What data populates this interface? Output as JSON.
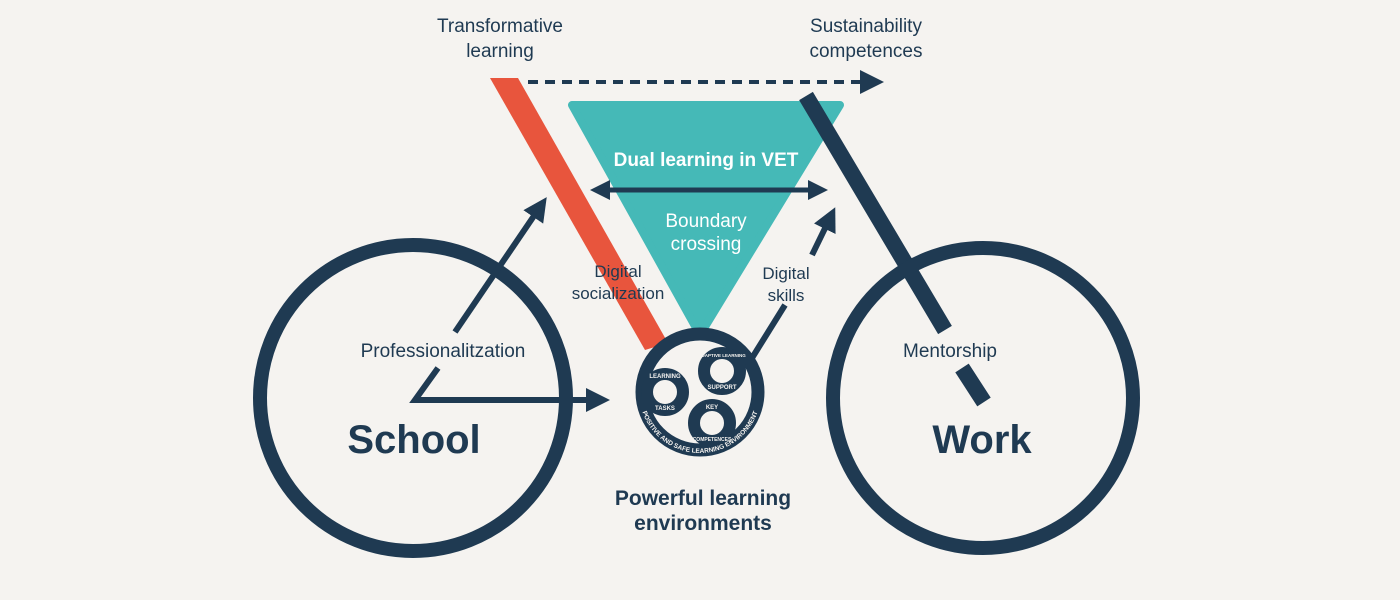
{
  "colors": {
    "background": "#f5f3f0",
    "navy": "#1f3a52",
    "red": "#e8553d",
    "teal": "#45b9b7"
  },
  "labels": {
    "transformative": [
      "Transformative",
      "learning"
    ],
    "sustainability": [
      "Sustainability",
      "competences"
    ],
    "dual": "Dual learning in VET",
    "boundary": [
      "Boundary",
      "crossing"
    ],
    "digital_socialization": [
      "Digital",
      "socialization"
    ],
    "digital_skills": [
      "Digital",
      "skills"
    ],
    "professionalization": "Professionalitzation",
    "mentorship": "Mentorship",
    "school": "School",
    "work": "Work",
    "powerful": [
      "Powerful learning",
      "environments"
    ]
  },
  "gear": {
    "learning_tasks": [
      "LEARNING",
      "TASKS"
    ],
    "adaptive": [
      "ADAPTIVE LEARNING",
      "SUPPORT"
    ],
    "key": [
      "KEY",
      "COMPETENCES"
    ],
    "environment": "POSITIVE AND SAFE LEARNING ENVIRONMENT"
  }
}
